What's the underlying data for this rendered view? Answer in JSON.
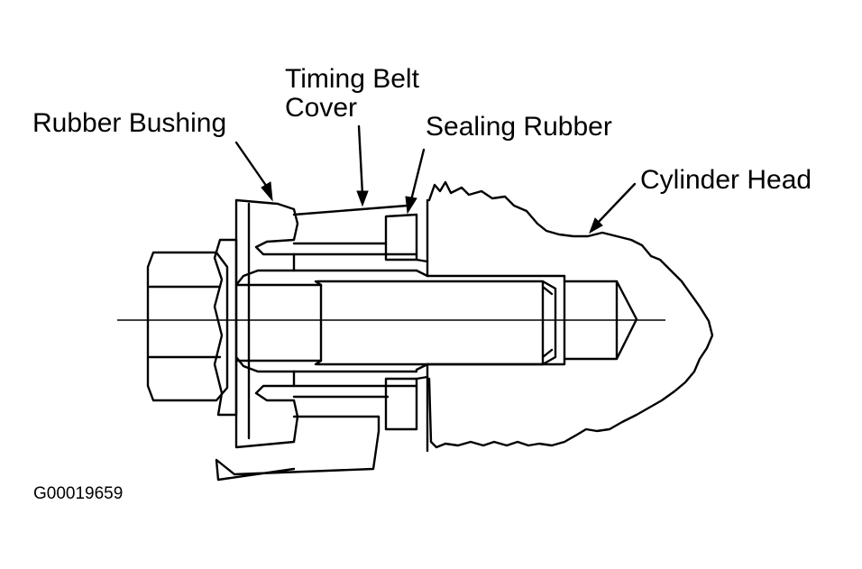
{
  "labels": {
    "rubber_bushing": "Rubber Bushing",
    "timing_belt_cover_line1": "Timing Belt",
    "timing_belt_cover_line2": "Cover",
    "sealing_rubber": "Sealing Rubber",
    "cylinder_head": "Cylinder Head"
  },
  "figure_id": "G00019659",
  "colors": {
    "line": "#000000",
    "background": "#ffffff"
  }
}
